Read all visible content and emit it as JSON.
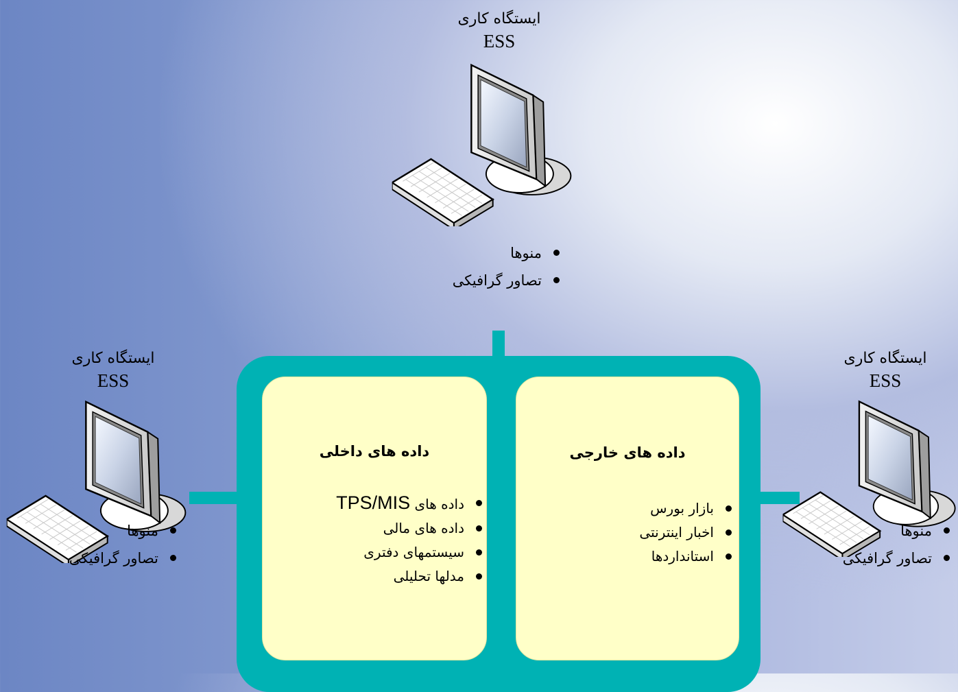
{
  "workstations": {
    "top": {
      "title": "ایستگاه کاری",
      "code": "ESS",
      "features": [
        "منوها",
        "تصاور گرافیکی"
      ]
    },
    "left": {
      "title": "ایستگاه کاری",
      "code": "ESS",
      "features": [
        "منوها",
        "تصاور گرافیکی"
      ]
    },
    "right": {
      "title": "ایستگاه کاری",
      "code": "ESS",
      "features": [
        "منوها",
        "تصاور گرافیکی"
      ]
    }
  },
  "internal_data": {
    "title": "داده های داخلی",
    "items": [
      {
        "text": "داده های ",
        "latin": "TPS/MIS"
      },
      {
        "text": "داده های مالی",
        "latin": ""
      },
      {
        "text": "سیستمهای دفتری",
        "latin": ""
      },
      {
        "text": "مدلها تحلیلی",
        "latin": ""
      }
    ]
  },
  "external_data": {
    "title": "داده های خارجی",
    "items": [
      "بازار بورس",
      "اخبار اینترنتی",
      "استانداردها"
    ]
  },
  "colors": {
    "connector": "#00b2b4",
    "panel_fill": "#ffffc8",
    "background_dark": "#6c86c4",
    "background_light": "#ffffff"
  },
  "icons": [
    "computer-workstation-icon",
    "keyboard-icon"
  ]
}
